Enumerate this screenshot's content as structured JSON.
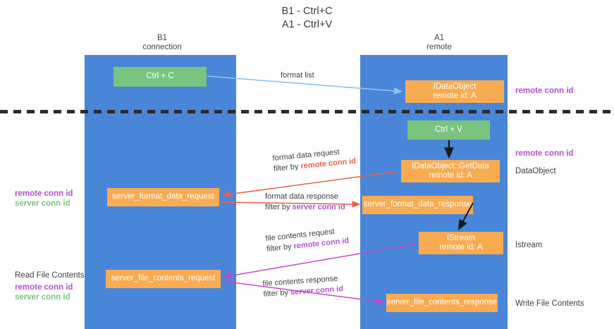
{
  "title": {
    "line1": "B1 - Ctrl+C",
    "line2": "A1 - Ctrl+V"
  },
  "lanes": [
    {
      "name": "b1",
      "title": "B1",
      "subtitle": "connection",
      "color": "#4a86d8"
    },
    {
      "name": "a1",
      "title": "A1",
      "subtitle": "remote",
      "color": "#4a86d8"
    }
  ],
  "colors": {
    "lane": "#4a86d8",
    "node_green": "#7ac47f",
    "node_orange": "#f9ab52",
    "accent_purple": "#b04fd1",
    "accent_green": "#77c47c",
    "accent_red": "#e8604a",
    "accent_magenta": "#c447c4",
    "accent_blue": "#8fc3ec",
    "divider": "#2b2b2b"
  },
  "nodes": {
    "ctrl_c": {
      "label": "Ctrl + C",
      "sub": "",
      "kind": "green"
    },
    "idataobject": {
      "label": "IDataObject",
      "sub": "remote id: A",
      "kind": "orange"
    },
    "ctrl_v": {
      "label": "Ctrl + V",
      "sub": "",
      "kind": "green"
    },
    "getdata": {
      "label": "IDataObject::GetData",
      "sub": "remote id: A",
      "kind": "orange"
    },
    "sfd_request": {
      "label": "server_format_data_request",
      "sub": "",
      "kind": "orange"
    },
    "sfd_response": {
      "label": "server_format_data_response",
      "sub": "",
      "kind": "orange"
    },
    "istream": {
      "label": "IStream",
      "sub": "remote id: A",
      "kind": "orange"
    },
    "sfc_request": {
      "label": "server_file_contents_request",
      "sub": "",
      "kind": "orange"
    },
    "sfc_response": {
      "label": "server_file_contents_response",
      "sub": "",
      "kind": "orange"
    }
  },
  "edge_labels": {
    "format_list": {
      "line1": "format list",
      "line2": ""
    },
    "format_data_req": {
      "line1": "format data request",
      "prefix2": "filter by ",
      "highlight2": "remote conn id"
    },
    "format_data_resp": {
      "line1": "format data response",
      "prefix2": "filter by ",
      "highlight2": "server conn id"
    },
    "file_contents_req": {
      "line1": "file contents request",
      "prefix2": "filter by ",
      "highlight2": "remote conn id"
    },
    "file_contents_resp": {
      "line1": "file contents response",
      "prefix2": "filter by ",
      "highlight2": "server conn id"
    }
  },
  "side_labels": {
    "remote_conn_id_top": "remote conn id",
    "remote_conn_id_mid": "remote conn id",
    "dataobject": "DataObject",
    "istream": "Istream",
    "write_file_contents": "Write File Contents",
    "read_file_contents": "Read File Contents",
    "left_remote_conn_id": "remote conn id",
    "left_server_conn_id": "server conn id",
    "left_remote_conn_id_2": "remote conn id",
    "left_server_conn_id_2": "server conn id"
  }
}
